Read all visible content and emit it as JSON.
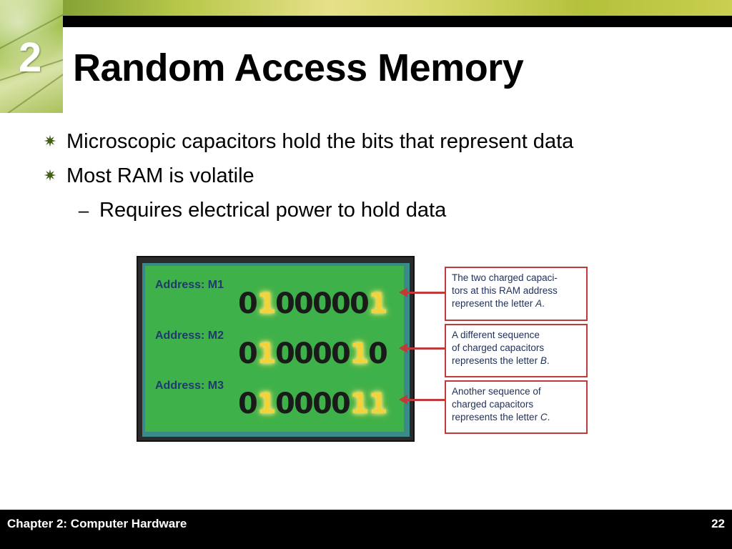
{
  "chapter": {
    "number": "2"
  },
  "title": "Random Access Memory",
  "bullets": [
    {
      "text": "Microscopic capacitors hold the bits that represent data",
      "glyph": "✷"
    },
    {
      "text": "Most RAM is volatile",
      "glyph": "✷"
    },
    {
      "text": "Requires electrical power to hold data",
      "glyph": "–",
      "level": 2
    }
  ],
  "figure": {
    "rows": [
      {
        "address": "Address: M1",
        "bits": [
          "0",
          "1",
          "0",
          "0",
          "0",
          "0",
          "0",
          "1"
        ]
      },
      {
        "address": "Address: M2",
        "bits": [
          "0",
          "1",
          "0",
          "0",
          "0",
          "0",
          "1",
          "0"
        ]
      },
      {
        "address": "Address: M3",
        "bits": [
          "0",
          "1",
          "0",
          "0",
          "0",
          "0",
          "1",
          "1"
        ]
      }
    ],
    "callouts": [
      {
        "line1": "The two charged capaci-",
        "line2": "tors at this RAM address",
        "line3_prefix": "represent the letter ",
        "letter": "A",
        "suffix": "."
      },
      {
        "line1": "A different sequence",
        "line2": "of charged capacitors",
        "line3_prefix": "represents the letter ",
        "letter": "B",
        "suffix": "."
      },
      {
        "line1": "Another sequence of",
        "line2": "charged capacitors",
        "line3_prefix": "represents the letter ",
        "letter": "C",
        "suffix": "."
      }
    ],
    "colors": {
      "board": "#3fb14a",
      "charged_bit": "#f3d23a",
      "callout_border": "#c0393b"
    }
  },
  "footer": {
    "left": "Chapter 2: Computer Hardware",
    "page": "22"
  }
}
